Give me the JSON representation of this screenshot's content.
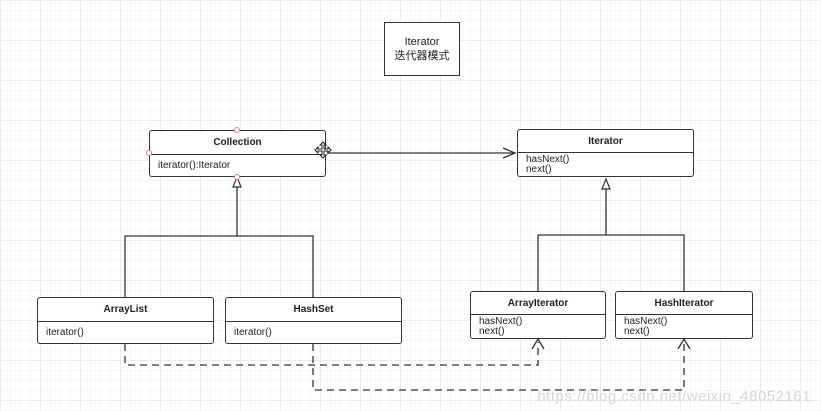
{
  "note": {
    "line1": "Iterator",
    "line2": "迭代器模式"
  },
  "classes": {
    "collection": {
      "name": "Collection",
      "members": [
        "iterator():Iterator"
      ]
    },
    "iterator": {
      "name": "Iterator",
      "members": [
        "hasNext()",
        "next()"
      ]
    },
    "arraylist": {
      "name": "ArrayList",
      "members": [
        "iterator()"
      ]
    },
    "hashset": {
      "name": "HashSet",
      "members": [
        "iterator()"
      ]
    },
    "arrayiterator": {
      "name": "ArrayIterator",
      "members": [
        "hasNext()",
        "next()"
      ]
    },
    "hashiterator": {
      "name": "HashIterator",
      "members": [
        "hasNext()",
        "next()"
      ]
    }
  },
  "watermark": "https://blog.csdn.net/weixin_48052161",
  "colors": {
    "line": "#333333",
    "background": "#ffffff",
    "grid": "#ececec",
    "selection_handle": "#cc8888"
  }
}
